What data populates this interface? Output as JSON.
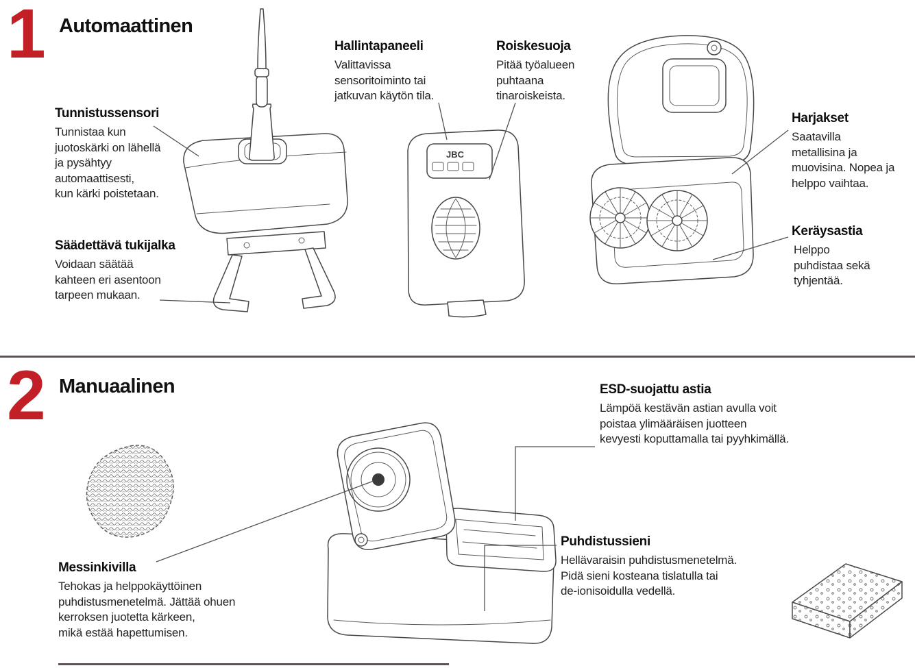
{
  "palette": {
    "accent": "#c22026",
    "line": "#474747",
    "divider": "#5e5353",
    "text": "#1d1d1d"
  },
  "sections": [
    {
      "number": "1",
      "title": "Automaattinen",
      "callouts": [
        {
          "title": "Tunnistussensori",
          "body": "Tunnistaa kun\njuotoskärki on lähellä\nja pysähtyy\nautomaattisesti,\nkun kärki poistetaan."
        },
        {
          "title": "Säädettävä tukijalka",
          "body": "Voidaan säätää\nkahteen eri asentoon\ntarpeen mukaan."
        },
        {
          "title": "Hallintapaneeli",
          "body": "Valittavissa\nsensoritoiminto tai\njatkuvan käytön tila."
        },
        {
          "title": "Roiskesuoja",
          "body": "Pitää työalueen\npuhtaana\ntinaroiskeista."
        },
        {
          "title": "Harjakset",
          "body": "Saatavilla\nmetallisina ja\nmuovisina. Nopea ja\nhelppo vaihtaa."
        },
        {
          "title": "Keräysastia",
          "body": "Helppo\npuhdistaa sekä\ntyhjentää."
        }
      ]
    },
    {
      "number": "2",
      "title": "Manuaalinen",
      "callouts": [
        {
          "title": "ESD-suojattu astia",
          "body": "Lämpöä kestävän astian avulla voit\npoistaa ylimääräisen juotteen\nkevyesti koputtamalla tai pyyhkimällä."
        },
        {
          "title": "Messinkivilla",
          "body": "Tehokas ja helppokäyttöinen\npuhdistusmenetelmä. Jättää ohuen\nkerroksen juotetta kärkeen,\nmikä estää hapettumisen."
        },
        {
          "title": "Puhdistussieni",
          "body": "Hellävaraisin puhdistusmenetelmä.\nPidä sieni kosteana tislatulla tai\nde-ionisoidulla vedellä."
        }
      ]
    }
  ],
  "device": {
    "panel_label": "JBC"
  }
}
